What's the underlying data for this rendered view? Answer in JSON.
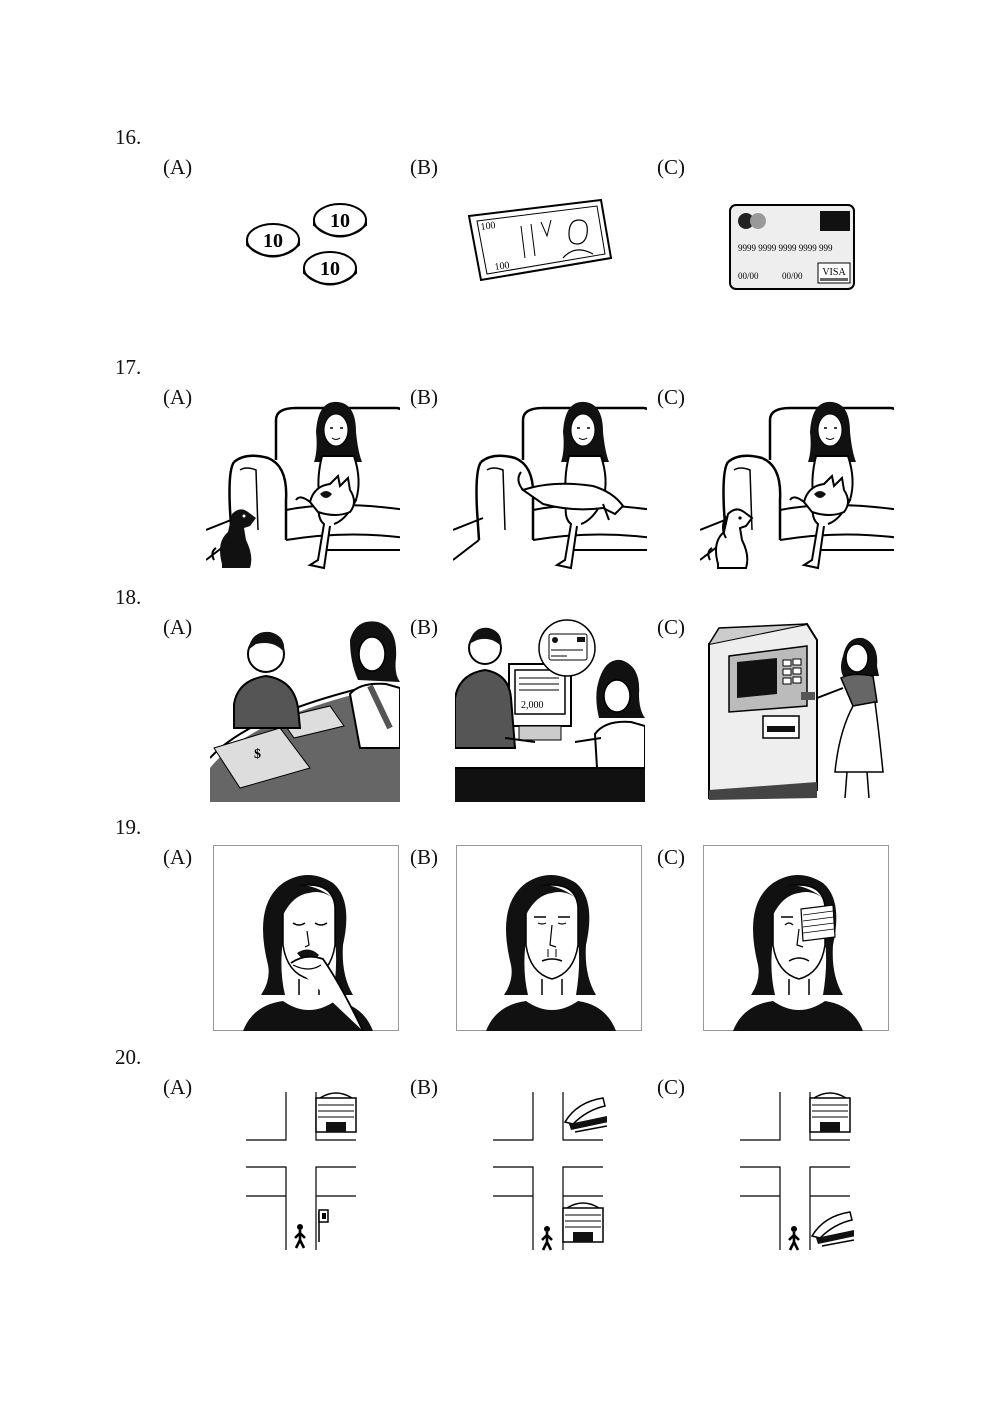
{
  "questions": [
    {
      "number": "16.",
      "options": [
        "(A)",
        "(B)",
        "(C)"
      ],
      "pictures": {
        "coins": {
          "face": "10"
        },
        "banknote": {
          "value": "100"
        },
        "card": {
          "number": "9999 9999 9999 9999 999",
          "date_left": "00/00",
          "date_right": "00/00",
          "brand": "VISA"
        }
      }
    },
    {
      "number": "17.",
      "options": [
        "(A)",
        "(B)",
        "(C)"
      ]
    },
    {
      "number": "18.",
      "options": [
        "(A)",
        "(B)",
        "(C)"
      ],
      "pictures": {
        "computer_screen_amount": "2,000"
      }
    },
    {
      "number": "19.",
      "options": [
        "(A)",
        "(B)",
        "(C)"
      ]
    },
    {
      "number": "20.",
      "options": [
        "(A)",
        "(B)",
        "(C)"
      ]
    }
  ]
}
